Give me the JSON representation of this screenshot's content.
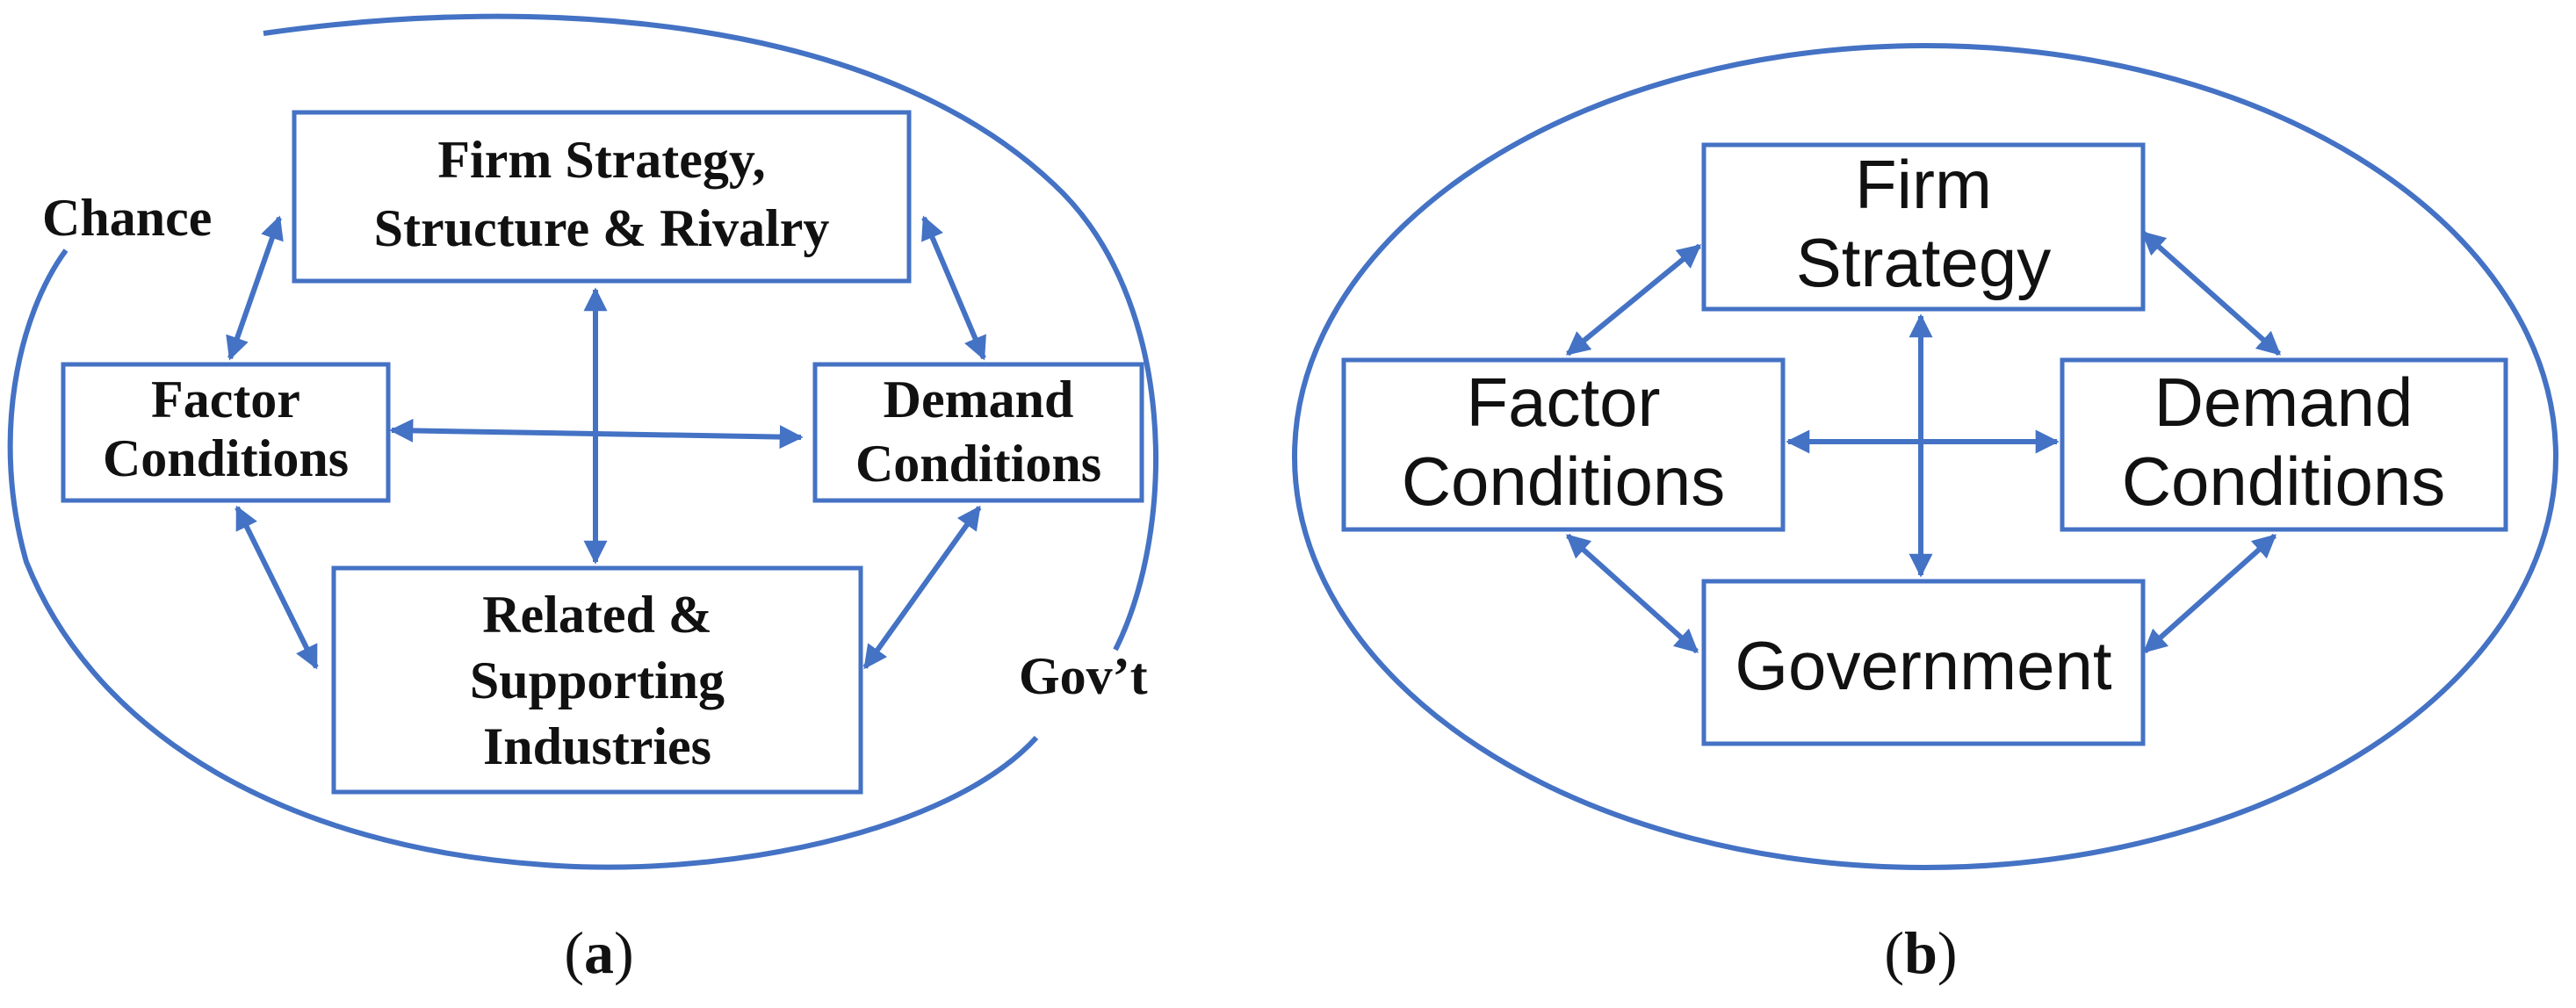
{
  "panel_a": {
    "caption_letter": "a",
    "nodes": {
      "firm": [
        "Firm Strategy,",
        "Structure & Rivalry"
      ],
      "factor": [
        "Factor",
        "Conditions"
      ],
      "demand": [
        "Demand",
        "Conditions"
      ],
      "related": [
        "Related &",
        "Supporting",
        "Industries"
      ]
    },
    "outside": {
      "chance": "Chance",
      "govt": "Gov’t"
    }
  },
  "panel_b": {
    "caption_letter": "b",
    "nodes": {
      "firm": [
        "Firm",
        "Strategy"
      ],
      "factor": [
        "Factor",
        "Conditions"
      ],
      "demand": [
        "Demand",
        "Conditions"
      ],
      "government": [
        "Government"
      ]
    }
  },
  "colors": {
    "stroke": "#4472c4",
    "text": "#111111"
  }
}
